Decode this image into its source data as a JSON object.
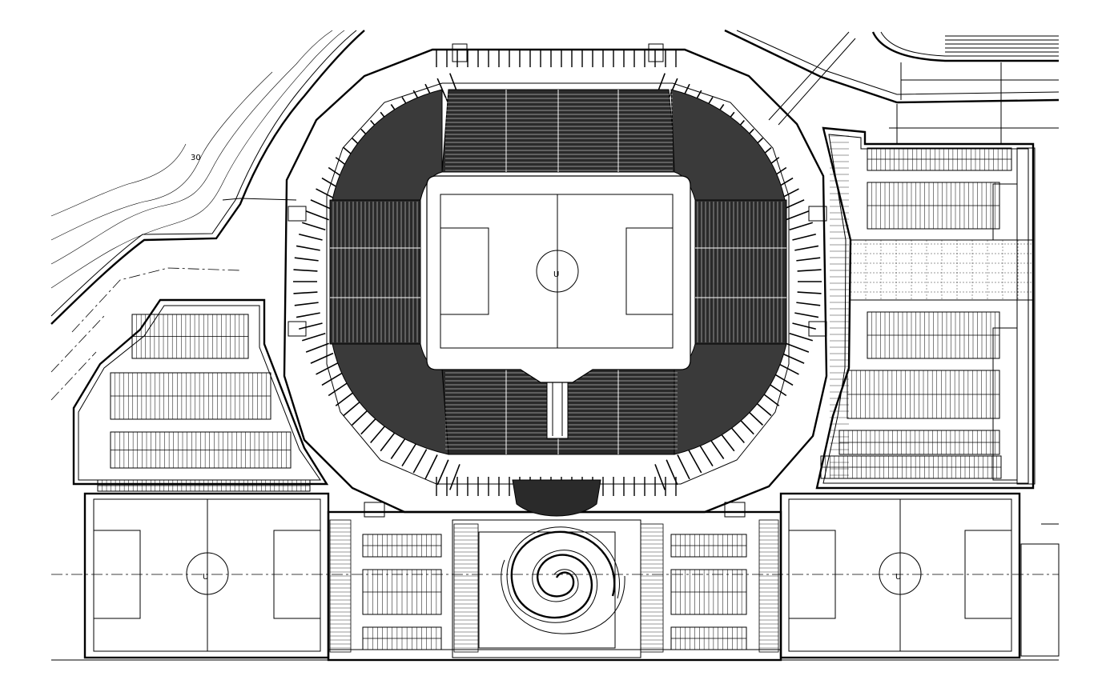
{
  "drawing": {
    "type": "stadium-site-plan",
    "stroke_color": "#000000",
    "background_color": "#ffffff"
  },
  "center_marks": {
    "main_pitch": "U",
    "left_pitch": "U",
    "right_pitch": "U"
  },
  "level_mark": "30"
}
